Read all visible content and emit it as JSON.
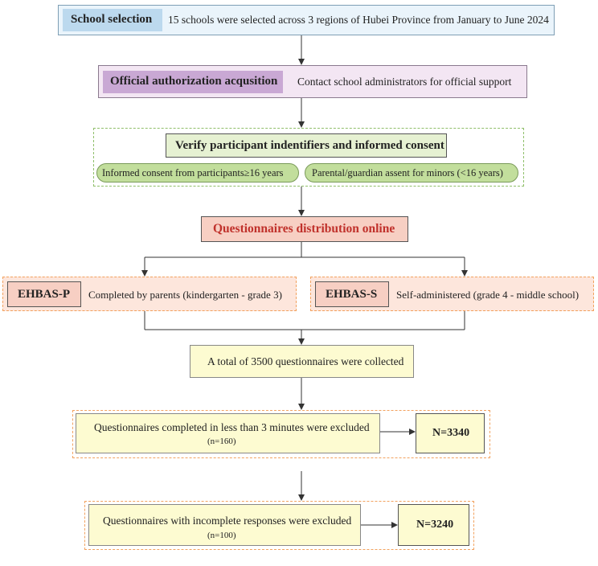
{
  "school_selection": {
    "label": "School selection",
    "text": "15 schools were selected across 3 regions of Hubei Province from January to June 2024"
  },
  "authorization": {
    "label": "Official authorization acqusition",
    "text": "Contact school administrators for official support"
  },
  "consent": {
    "title": "Verify participant indentifiers and informed consent",
    "left_pill": "Informed consent from participants≥16 years",
    "right_pill": "Parental/guardian assent for minors (<16 years)"
  },
  "distribution": {
    "label": "Questionnaires distribution online"
  },
  "ehbas_p": {
    "label": "EHBAS-P",
    "text": "Completed by parents (kindergarten - grade 3)"
  },
  "ehbas_s": {
    "label": "EHBAS-S",
    "text": "Self-administered (grade 4 - middle school)"
  },
  "collected": {
    "text": "A total of 3500 questionnaires were collected"
  },
  "exclusion_1": {
    "text": "Questionnaires completed in less than 3 minutes were excluded",
    "count": "(n=160)",
    "result": "N=3340"
  },
  "exclusion_2": {
    "text": "Questionnaires with incomplete responses were excluded",
    "count": "(n=100)",
    "result": "N=3240"
  },
  "colors": {
    "blue_box": "#eaf4fb",
    "blue_label": "#bcd9ee",
    "purple_box": "#f3e6f3",
    "purple_label": "#c9a8d4",
    "green_box": "#e6f1d2",
    "green_pill": "#c2de9c",
    "pink_box": "#f7cfc3",
    "pink_soft": "#fde6dc",
    "orange_dash": "#f2a25f",
    "yellow_box": "#fdfbd1",
    "red_text": "#c0312b"
  }
}
